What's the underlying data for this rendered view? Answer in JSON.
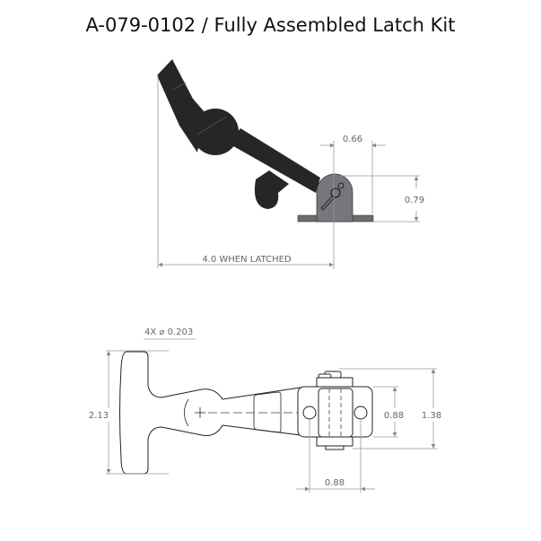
{
  "title": "A-079-0102 / Fully Assembled Latch Kit",
  "side_view": {
    "dim_width_top": "0.66",
    "dim_height": "0.79",
    "dim_length": "4.0 WHEN LATCHED"
  },
  "top_view": {
    "hole_callout": "4X ⌀ 0.203",
    "dim_handle_width": "2.13",
    "dim_block_height": "0.88",
    "dim_overall_height": "1.38",
    "dim_hole_spacing": "0.88"
  },
  "colors": {
    "handle": "#262626",
    "bracket": "#6a6a70",
    "dimension": "#999999"
  }
}
